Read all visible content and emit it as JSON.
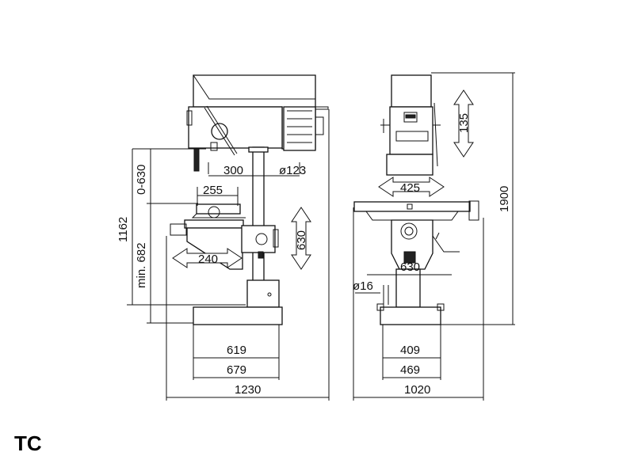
{
  "badge": "TC",
  "dimensions": {
    "d300": "300",
    "d123": "ø123",
    "d0630": "0-630",
    "d255": "255",
    "d1162": "1162",
    "dmin682": "min. 682",
    "d240": "240",
    "d630v": "630",
    "d619": "619",
    "d679": "679",
    "d1230": "1230",
    "d135": "135",
    "d425": "425",
    "d1900": "1900",
    "d630h": "630",
    "d16": "ø16",
    "d409": "409",
    "d469": "469",
    "d1020": "1020"
  }
}
